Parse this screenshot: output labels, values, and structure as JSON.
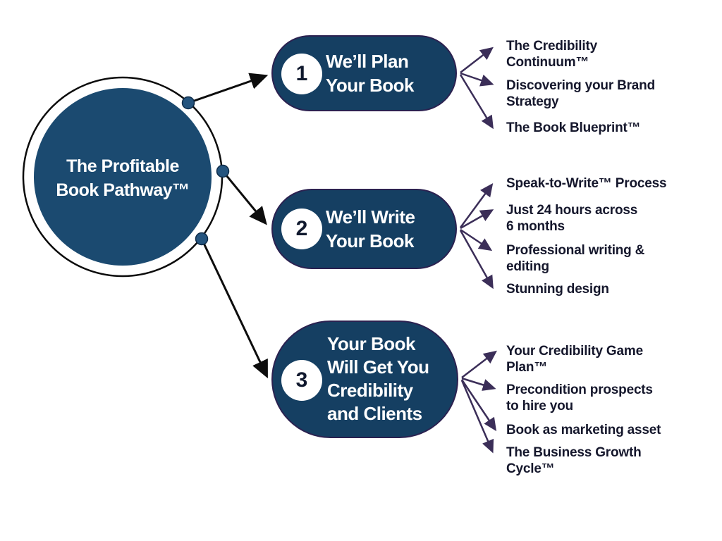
{
  "diagram": {
    "hub": {
      "title_lines": [
        "The Profitable",
        "Book Pathway™"
      ]
    },
    "stages": [
      {
        "number": "1",
        "title_lines": [
          "We’ll Plan",
          "Your Book"
        ],
        "bullets": [
          "The Credibility\nContinuum™",
          "Discovering your Brand\nStrategy",
          "The Book Blueprint™"
        ]
      },
      {
        "number": "2",
        "title_lines": [
          "We’ll Write",
          "Your Book"
        ],
        "bullets": [
          "Speak-to-Write™ Process",
          "Just 24 hours across\n6 months",
          "Professional writing &\nediting",
          "Stunning design"
        ]
      },
      {
        "number": "3",
        "title_lines": [
          "Your Book",
          "Will Get You",
          "Credibility",
          "and Clients"
        ],
        "bullets": [
          "Your Credibility Game\nPlan™",
          "Precondition prospects\nto hire you",
          "Book as marketing asset",
          "The Business Growth\nCycle™"
        ]
      }
    ],
    "colors": {
      "hub_fill": "#1b4a70",
      "pill_fill": "#153f62",
      "pill_border": "#2b2150",
      "ring_stroke": "#0b0b0b",
      "node_dot": "#24547e",
      "hub_arrow": "#0d0d0d",
      "bullet_arrow": "#3b2e58",
      "bullet_text": "#15172c",
      "title_text": "#ffffff",
      "background": "#ffffff"
    }
  }
}
